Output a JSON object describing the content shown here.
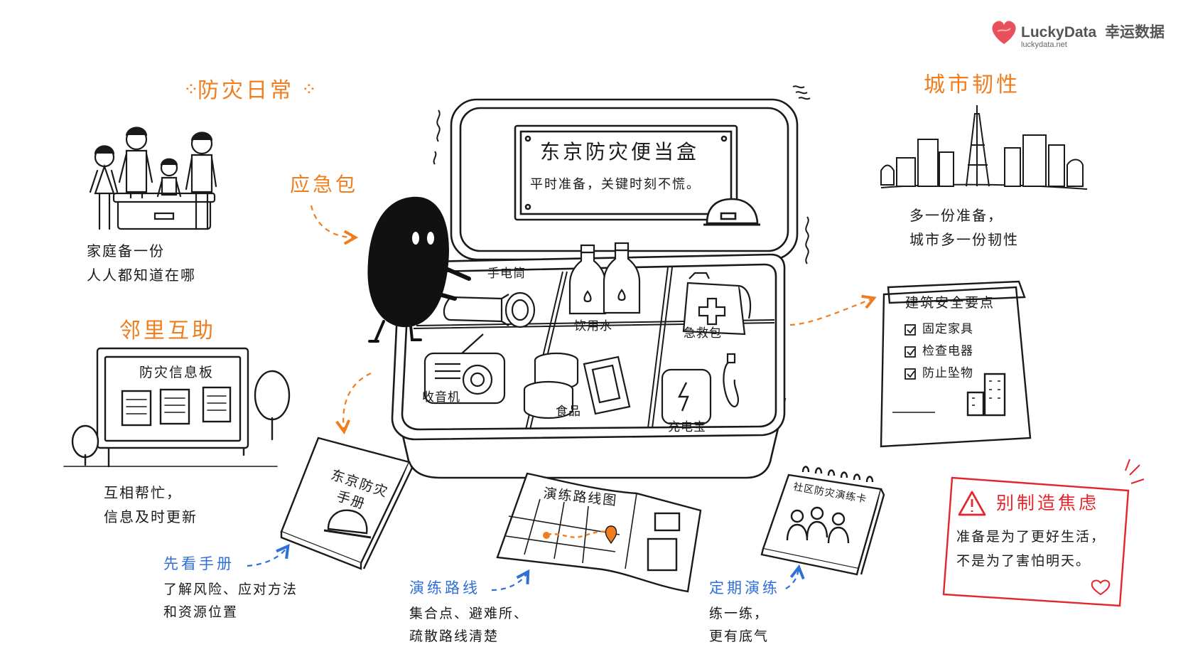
{
  "brand": {
    "name": "LuckyData",
    "cn_name": "幸运数据",
    "url": "luckydata.net",
    "logo": "heart-logo-icon",
    "color": "#e8505b"
  },
  "accent_colors": {
    "orange": "#f07d1e",
    "blue": "#2f6fd8",
    "red": "#e3262b"
  },
  "sections": {
    "daily": {
      "title": "防灾日常",
      "text": [
        "家庭备一份",
        "人人都知道在哪"
      ]
    },
    "neighbors": {
      "title": "邻里互助",
      "board_title": "防灾信息板",
      "text": [
        "互相帮忙，",
        "信息及时更新"
      ]
    },
    "kit": {
      "label": "应急包"
    },
    "resilience": {
      "title": "城市韧性",
      "text": [
        "多一份准备，",
        "城市多一份韧性"
      ]
    }
  },
  "bento": {
    "title": "东京防灾便当盒",
    "subtitle": "平时准备，关键时刻不慌。",
    "compartments": {
      "flashlight": "手电筒",
      "water": "饮用水",
      "firstaid": "急救包",
      "radio": "收音机",
      "food": "食品",
      "powerbank": "充电宝"
    }
  },
  "checklist": {
    "title": "建筑安全要点",
    "items": [
      "固定家具",
      "检查电器",
      "防止坠物"
    ]
  },
  "manual": {
    "cover": [
      "东京防灾",
      "手册"
    ],
    "caption_title": "先看手册",
    "caption": [
      "了解风险、应对方法",
      "和资源位置"
    ]
  },
  "map": {
    "cover": "演练路线图",
    "caption_title": "演练路线",
    "caption": [
      "集合点、避难所、",
      "疏散路线清楚"
    ]
  },
  "drill": {
    "cover": "社区防灾演练卡",
    "caption_title": "定期演练",
    "caption": [
      "练一练，",
      "更有底气"
    ]
  },
  "warning": {
    "title": "别制造焦虑",
    "text": [
      "准备是为了更好生活，",
      "不是为了害怕明天。"
    ],
    "icon": "warning-triangle-icon"
  }
}
